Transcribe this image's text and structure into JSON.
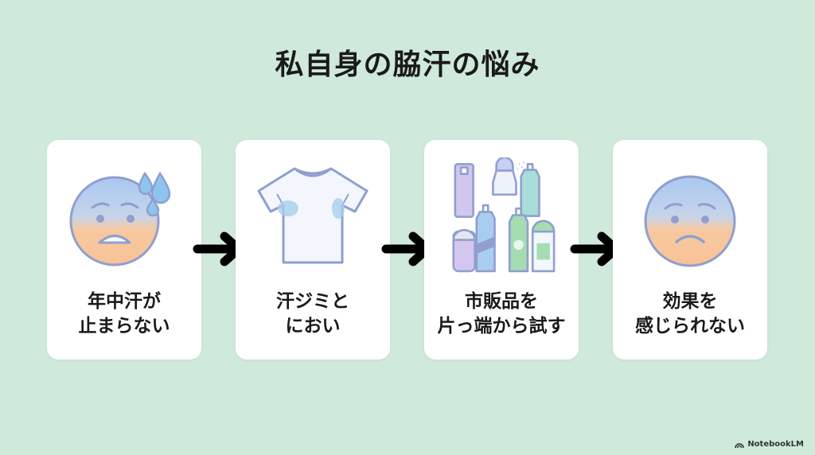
{
  "title": "私自身の脇汗の悩み",
  "steps": [
    {
      "icon": "sweating-face-icon",
      "line1": "年中汗が",
      "line2": "止まらない"
    },
    {
      "icon": "sweat-stained-shirt-icon",
      "line1": "汗ジミと",
      "line2": "におい"
    },
    {
      "icon": "deodorant-products-icon",
      "line1": "市販品を",
      "line2": "片っ端から試す"
    },
    {
      "icon": "sad-face-icon",
      "line1": "効果を",
      "line2": "感じられない"
    }
  ],
  "branding": "NotebookLM",
  "colors": {
    "background": "#cfe9da",
    "card": "#ffffff",
    "outline": "#8f9fd0",
    "arrow": "#000000"
  }
}
